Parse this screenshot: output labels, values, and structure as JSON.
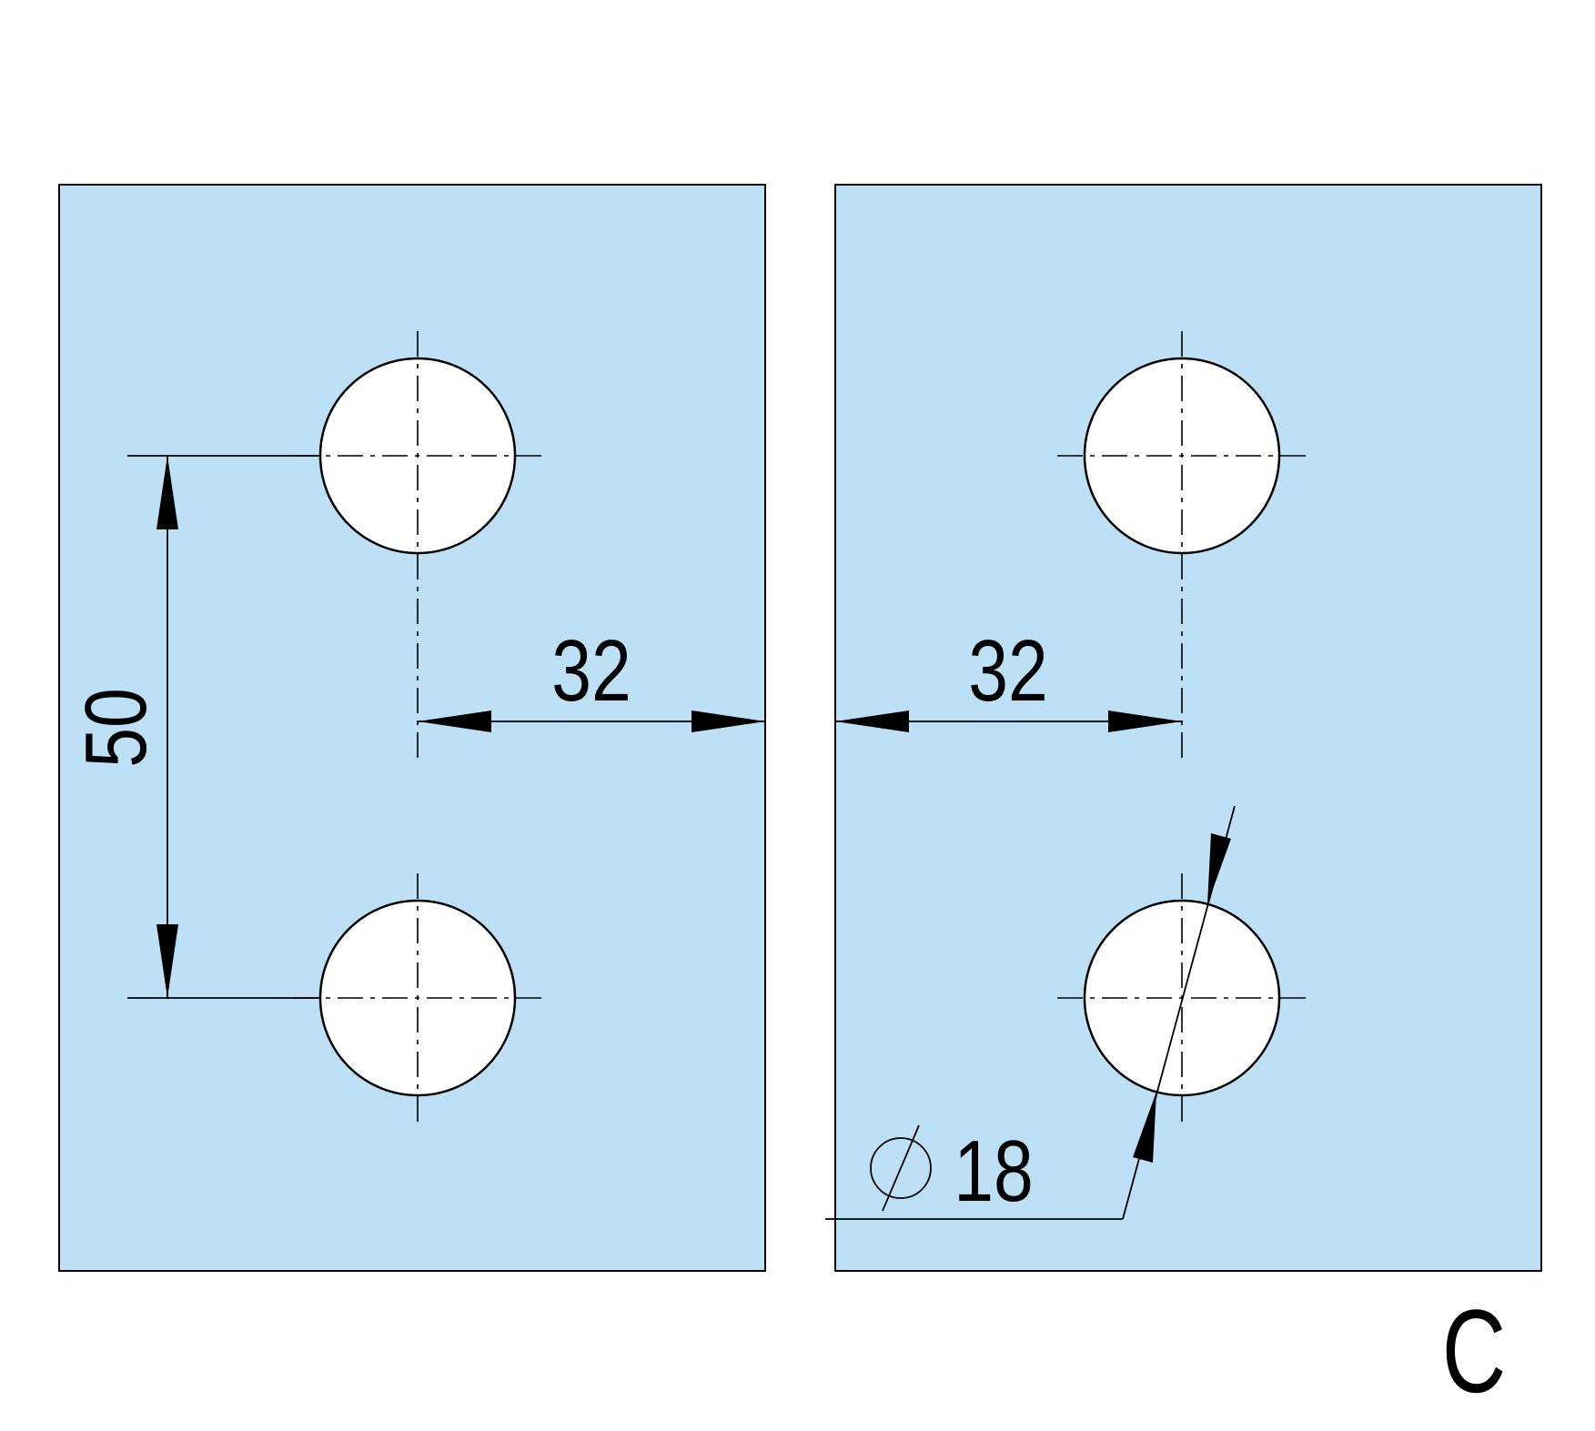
{
  "colors": {
    "panel_fill": "#bde0f6",
    "hole_fill": "#ffffff",
    "line": "#000000",
    "background": "#ffffff"
  },
  "dimensions": {
    "hole_spacing_vertical": "50",
    "left_edge_offset": "32",
    "right_edge_offset": "32",
    "hole_diameter": "18"
  },
  "view_label": "C"
}
